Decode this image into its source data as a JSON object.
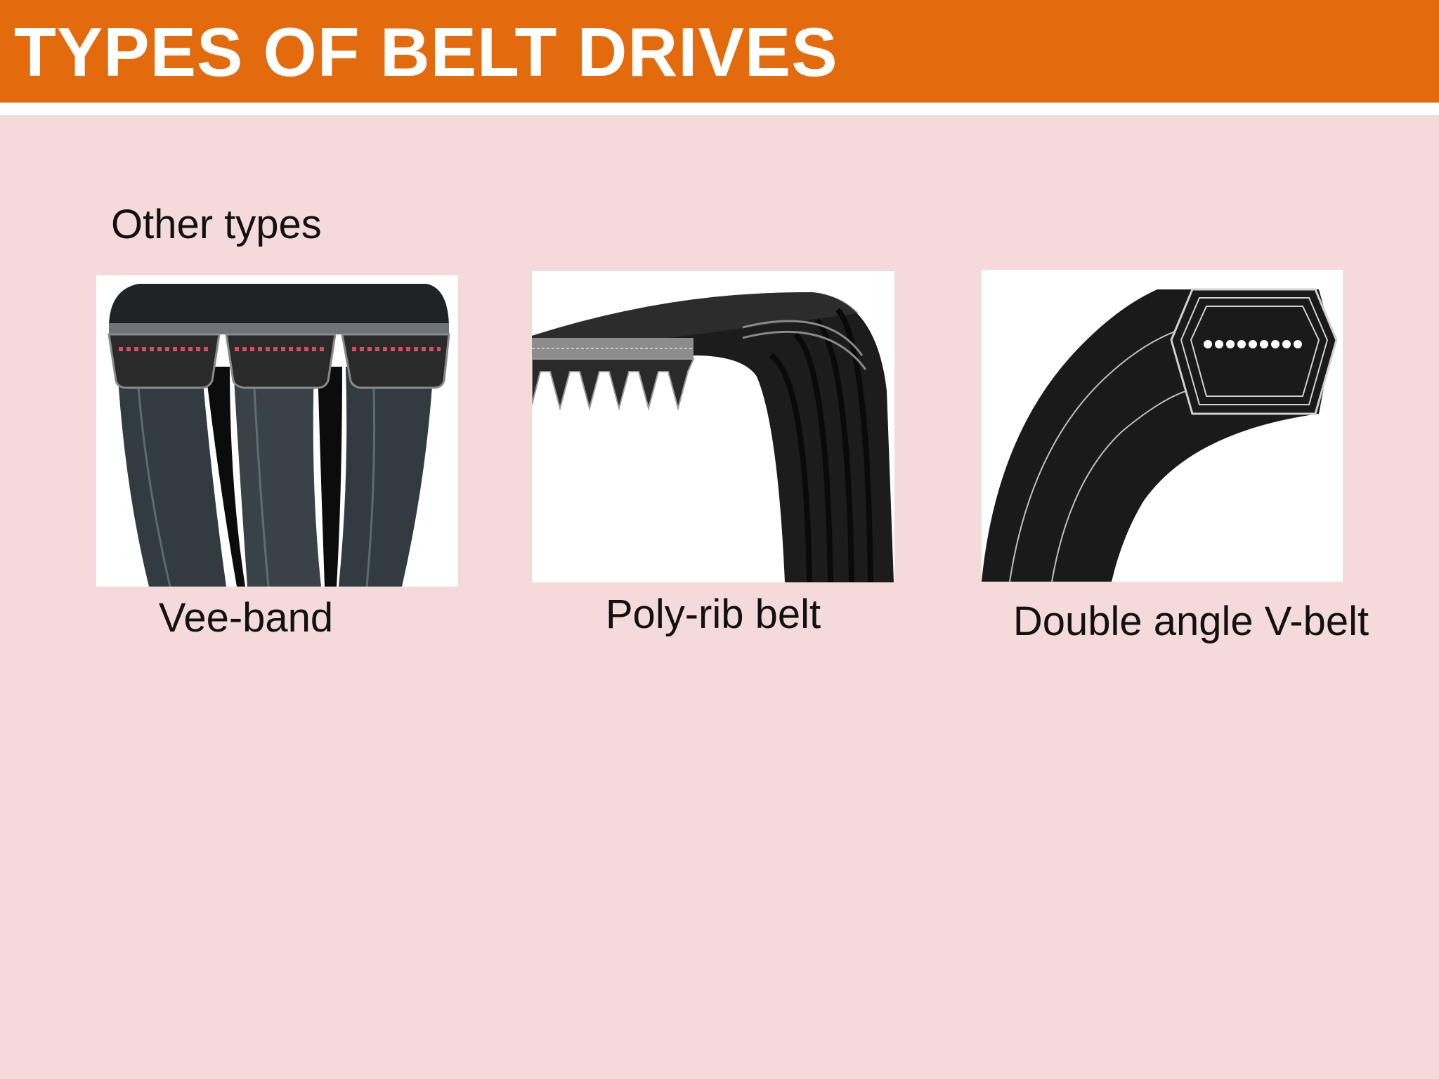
{
  "header": {
    "title": "TYPES OF BELT DRIVES",
    "bar_color": "#e46b0d"
  },
  "content": {
    "subtitle": "Other types",
    "items": [
      {
        "label": "Vee-band"
      },
      {
        "label": "Poly-rib belt"
      },
      {
        "label": "Double angle V-belt"
      }
    ]
  },
  "colors": {
    "background": "#f5dadc",
    "belt": "#1a1a1a",
    "vee_band": "#2c3438"
  }
}
